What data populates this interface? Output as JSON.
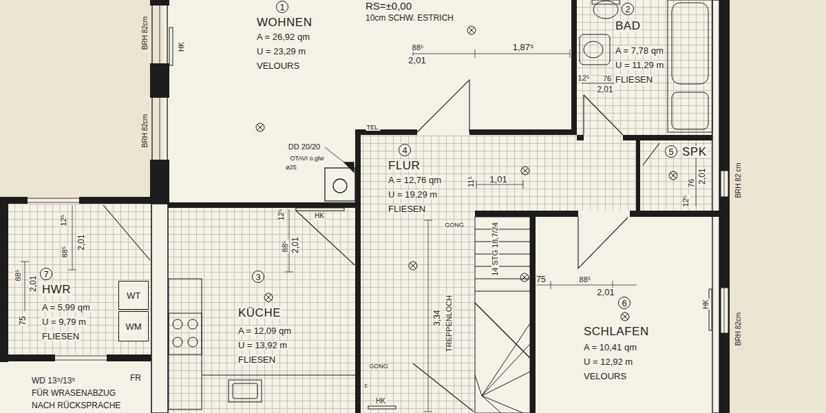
{
  "diagram": {
    "nodes": [
      {
        "text": [
          "WOHNEN",
          "A = 26,92 qm",
          "U = 23,29 m",
          "VELOURS"
        ]
      },
      {
        "text": [
          "1"
        ],
        "in": 0
      },
      {
        "text": [
          "BAD",
          "A = 7,78 qm",
          "U = 11,29 m",
          "FLIESEN"
        ]
      },
      {
        "text": [
          "2"
        ],
        "in": 2
      },
      {
        "text": [
          "FLUR",
          "A = 12,76 qm",
          "U = 19,29 m",
          "FLIESEN"
        ]
      },
      {
        "text": [
          "4"
        ],
        "in": 4
      },
      {
        "text": [
          "SPK"
        ]
      },
      {
        "text": [
          "5"
        ],
        "in": 6
      },
      {
        "text": [
          "HWR",
          "A = 5,99 qm",
          "U = 9,79 m",
          "FLIESEN"
        ]
      },
      {
        "text": [
          "7"
        ],
        "in": 8
      },
      {
        "text": [
          "WT"
        ],
        "in": 8
      },
      {
        "text": [
          "WM"
        ],
        "in": 8
      },
      {
        "text": [
          "KÜCHE",
          "A = 12,09 qm",
          "U = 13,92 m",
          "FLIESEN"
        ]
      },
      {
        "text": [
          "3"
        ],
        "in": 12
      },
      {
        "text": [
          "SCHLAFEN",
          "A = 10,41 qm",
          "U = 12,92 m",
          "VELOURS"
        ]
      },
      {
        "text": [
          "6"
        ],
        "in": 14
      }
    ],
    "labels": [
      "RS=±0,00",
      "10cm SCHW. ESTRICH",
      "88⁵",
      "2,01",
      "1,87⁵",
      "BRH 82cm",
      "HK",
      "BRH 82cm",
      "12⁵",
      "76",
      "2,01",
      "TEL.",
      "DD 20/20",
      "OTAVI o.glw",
      "ø25",
      "11⁵",
      "1,01",
      "12⁵",
      "76",
      "2,01",
      "BRH 82 cm",
      "BRH 82cm",
      "12⁵",
      "88⁵",
      "2,01",
      "HK",
      "GONG",
      "GONG",
      "3,34",
      "TREPPENLOCH",
      "14 STG 18,7/24",
      "E",
      "HK",
      "75",
      "88⁵",
      "2,01",
      "HK",
      "12⁵",
      "88⁵",
      "2,01",
      "88⁵",
      "2,01",
      "75",
      "FR",
      "WD 13⁵/13⁵",
      "FÜR WRASENABZUG",
      "NACH RÜCKSPRACHE"
    ]
  }
}
